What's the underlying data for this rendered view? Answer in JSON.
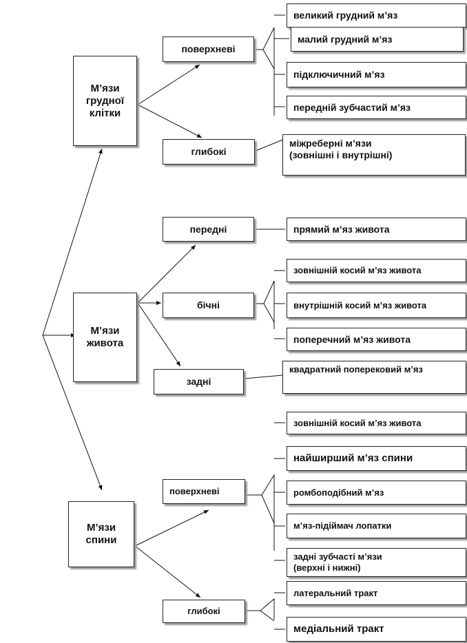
{
  "diagram": {
    "groups": {
      "chest": {
        "label": "М’язи\nгрудної\nклітки",
        "superficial": {
          "label": "поверхневі",
          "items": [
            "великий грудний м’яз",
            "малий грудний м’яз",
            "підключичний м’яз",
            "передній зубчастий м’яз"
          ]
        },
        "deep": {
          "label": "глибокі",
          "items": [
            "міжреберні м’язи\n(зовнішні і внутрішні)"
          ]
        }
      },
      "abdomen": {
        "label": "М’язи\nживота",
        "anterior": {
          "label": "передні",
          "items": [
            "прямий м’яз живота"
          ]
        },
        "lateral": {
          "label": "бічні",
          "items": [
            "зовнішній косий м’яз живота",
            "внутрішній косий м’яз живота",
            "поперечний м’яз живота"
          ]
        },
        "posterior": {
          "label": "задні",
          "items": [
            "квадратний поперековий м’яз"
          ]
        }
      },
      "back": {
        "label": "М’язи\nспини",
        "superficial": {
          "label": "поверхневі",
          "items": [
            "зовнішній косий м’яз живота",
            "найширший м’яз спини",
            "ромбоподібний м’яз",
            "м’яз-підіймач лопатки",
            "задні зубчасті м’язи\n(верхні і нижні)"
          ]
        },
        "deep": {
          "label": "глибокі",
          "items": [
            "латеральний тракт",
            "медіальний тракт"
          ]
        }
      }
    }
  }
}
